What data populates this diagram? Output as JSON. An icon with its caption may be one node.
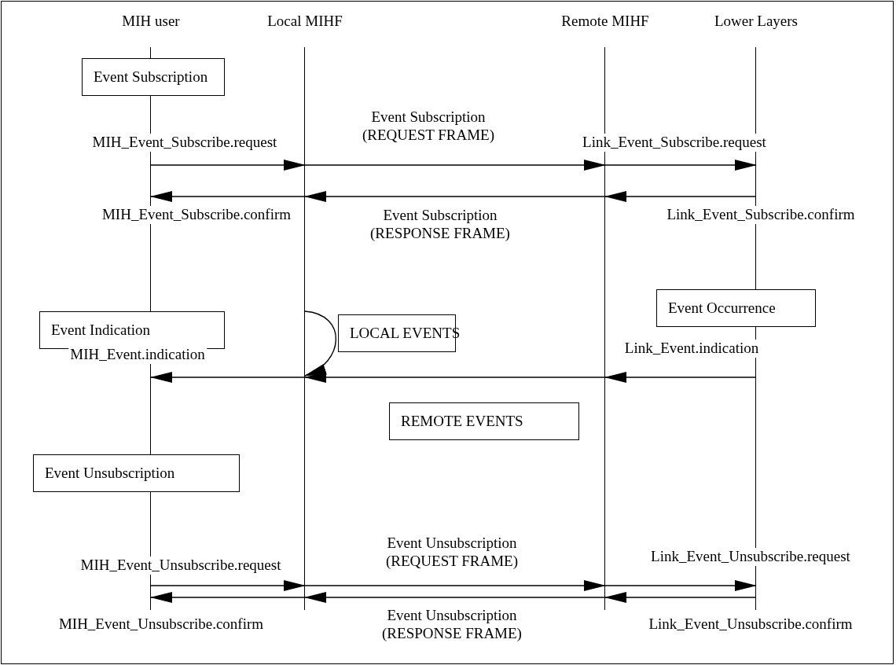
{
  "diagram": {
    "nodes": [
      {
        "text": [
          "MIH user"
        ]
      },
      {
        "text": [
          "Local MIHF"
        ]
      },
      {
        "text": [
          "Remote MIHF"
        ]
      },
      {
        "text": [
          "Lower Layers"
        ]
      },
      {
        "text": [
          "Event Subscription"
        ]
      },
      {
        "text": [
          "Event Occurrence"
        ]
      },
      {
        "text": [
          "Event Indication"
        ]
      },
      {
        "text": [
          "LOCAL EVENTS"
        ]
      },
      {
        "text": [
          "REMOTE EVENTS"
        ]
      },
      {
        "text": [
          "Event Unsubscription"
        ]
      }
    ],
    "edges": [
      {
        "from": 0,
        "to": 1,
        "arrow": "to",
        "label": "MIH_Event_Subscribe.request"
      },
      {
        "from": 1,
        "to": 2,
        "arrow": "to",
        "label": "Event Subscription (REQUEST FRAME)"
      },
      {
        "from": 2,
        "to": 3,
        "arrow": "to",
        "label": "Link_Event_Subscribe.request"
      },
      {
        "from": 3,
        "to": 2,
        "arrow": "to",
        "label": "Link_Event_Subscribe.confirm"
      },
      {
        "from": 2,
        "to": 1,
        "arrow": "to",
        "label": "Event Subscription (RESPONSE FRAME)"
      },
      {
        "from": 1,
        "to": 0,
        "arrow": "to",
        "label": "MIH_Event_Subscribe.confirm"
      },
      {
        "from": 1,
        "to": 1,
        "arrow": "to"
      },
      {
        "from": 3,
        "to": 2,
        "arrow": "to",
        "label": "Link_Event.indication"
      },
      {
        "from": 2,
        "to": 1,
        "arrow": "to"
      },
      {
        "from": 1,
        "to": 0,
        "arrow": "to",
        "label": "MIH_Event.indication"
      },
      {
        "from": 0,
        "to": 1,
        "arrow": "to",
        "label": "MIH_Event_Unsubscribe.request"
      },
      {
        "from": 1,
        "to": 2,
        "arrow": "to",
        "label": "Event Unsubscription (REQUEST FRAME)"
      },
      {
        "from": 2,
        "to": 3,
        "arrow": "to",
        "label": "Link_Event_Unsubscribe.request"
      },
      {
        "from": 3,
        "to": 2,
        "arrow": "to",
        "label": "Link_Event_Unsubscribe.confirm"
      },
      {
        "from": 2,
        "to": 1,
        "arrow": "to",
        "label": "Event Unsubscription (RESPONSE FRAME)"
      },
      {
        "from": 1,
        "to": 0,
        "arrow": "to",
        "label": "MIH_Event_Unsubscribe.confirm"
      }
    ]
  }
}
